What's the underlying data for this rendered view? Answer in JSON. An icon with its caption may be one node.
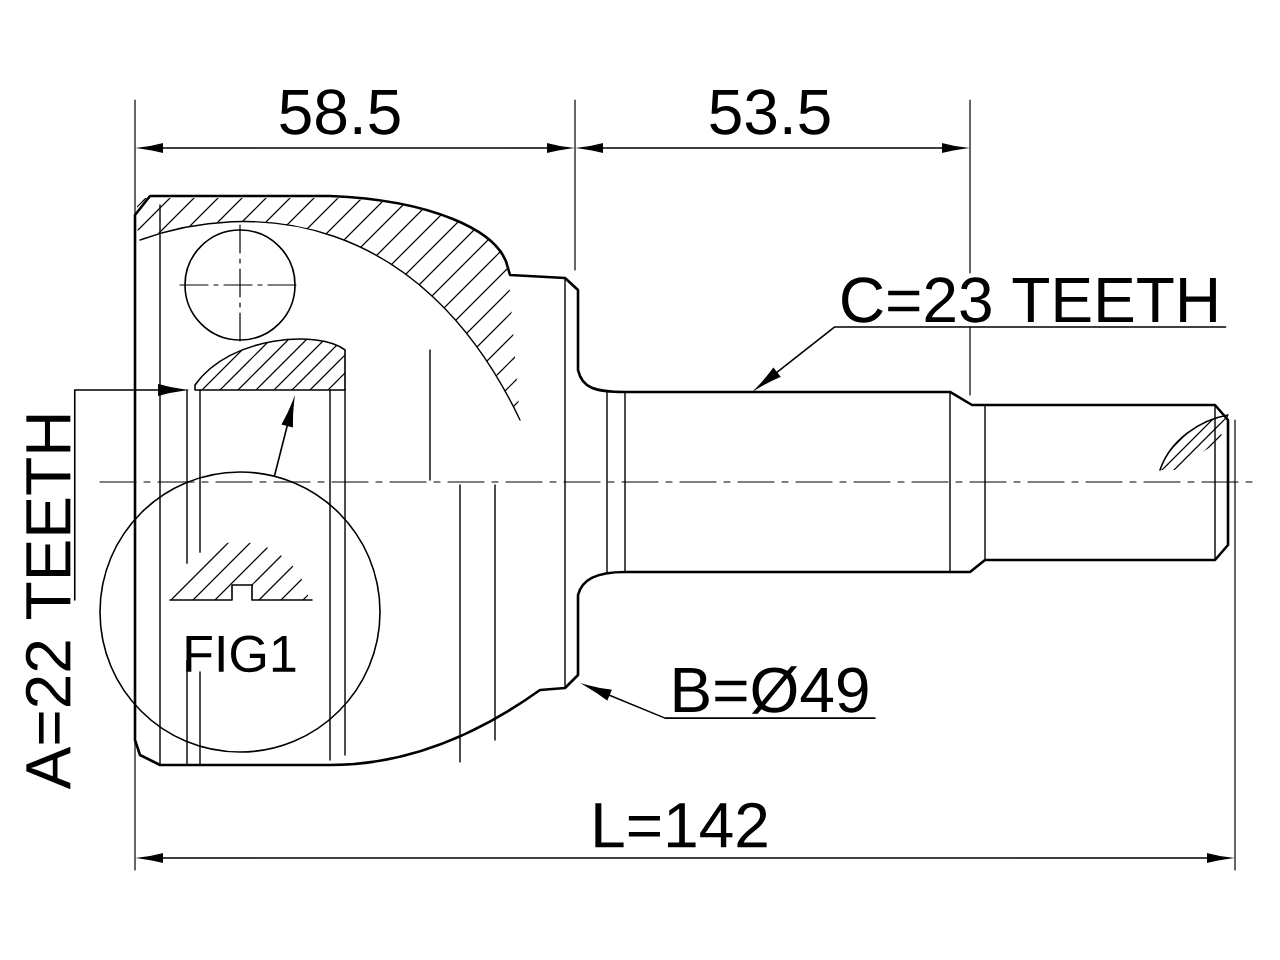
{
  "diagram": {
    "nodes": [
      {
        "text": [
          "C=23 TEETH"
        ]
      },
      {
        "text": [
          "FIG1"
        ]
      },
      {
        "text": [
          "B=Ø49"
        ]
      },
      {
        "text": [
          "A=22 TEETH"
        ]
      }
    ],
    "edges": [
      {
        "from": 0,
        "to": null,
        "arrow": "to"
      },
      {
        "from": 1,
        "to": null,
        "arrow": "to"
      },
      {
        "from": 2,
        "to": null,
        "arrow": "to"
      },
      {
        "from": 3,
        "to": null,
        "arrow": "to"
      }
    ],
    "labels": [
      "58.5",
      "53.5",
      "L=142"
    ]
  }
}
